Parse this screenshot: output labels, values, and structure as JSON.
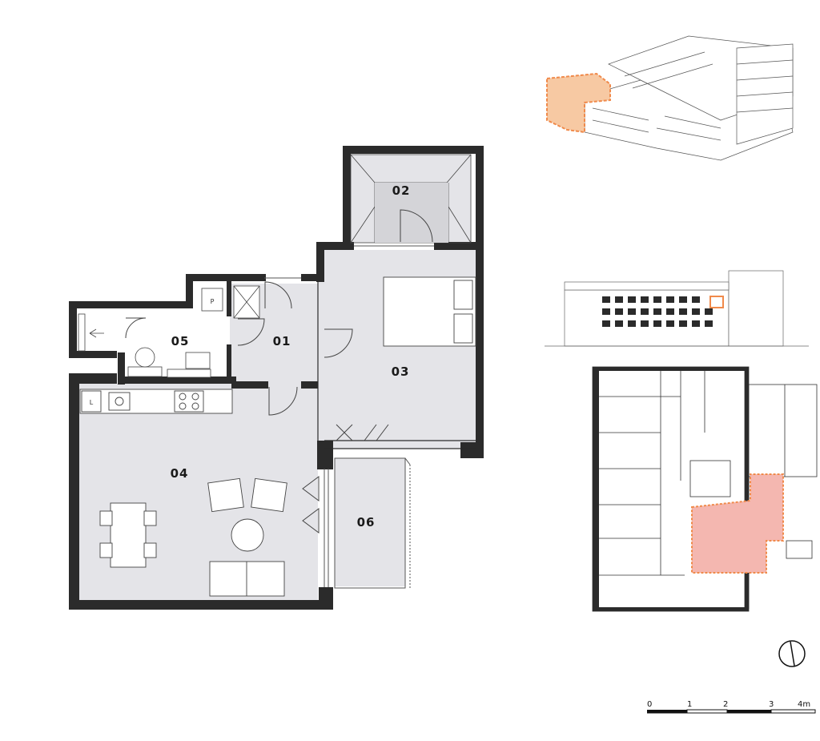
{
  "rooms": [
    {
      "id": "r01",
      "label": "01"
    },
    {
      "id": "r02",
      "label": "02"
    },
    {
      "id": "r03",
      "label": "03"
    },
    {
      "id": "r04",
      "label": "04"
    },
    {
      "id": "r05",
      "label": "05"
    },
    {
      "id": "r06",
      "label": "06"
    }
  ],
  "fixtures": {
    "p": "P",
    "l": "L"
  },
  "scale": {
    "ticks": [
      "0",
      "1",
      "2",
      "3",
      "4m"
    ]
  },
  "colors": {
    "floor": "#e4e4e8",
    "wall": "#2b2b2b",
    "highlight": "#f08a4b",
    "highlight_fill": "#f7c9a3",
    "plan_highlight": "#f4b7b0"
  },
  "icons": [
    "door-swing-icon",
    "bed-icon",
    "sofa-icon",
    "armchair-icon",
    "dining-table-icon",
    "stove-icon",
    "sink-icon",
    "toilet-icon",
    "shower-icon",
    "north-arrow-icon"
  ]
}
